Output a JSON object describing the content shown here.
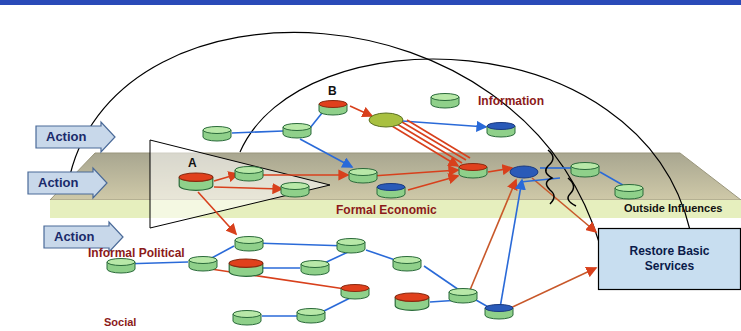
{
  "diagram": {
    "nodes": [
      {
        "text": [
          "Action"
        ]
      },
      {
        "text": [
          "B"
        ]
      },
      {
        "text": [
          "Action"
        ]
      },
      {
        "text": [
          "A"
        ]
      },
      {
        "text": [
          "Action"
        ]
      },
      {
        "text": [
          "Restore Basic Services"
        ]
      }
    ],
    "labels": [
      "Information",
      "Formal Economic",
      "Outside Influences",
      "Informal Political",
      "Social"
    ]
  }
}
